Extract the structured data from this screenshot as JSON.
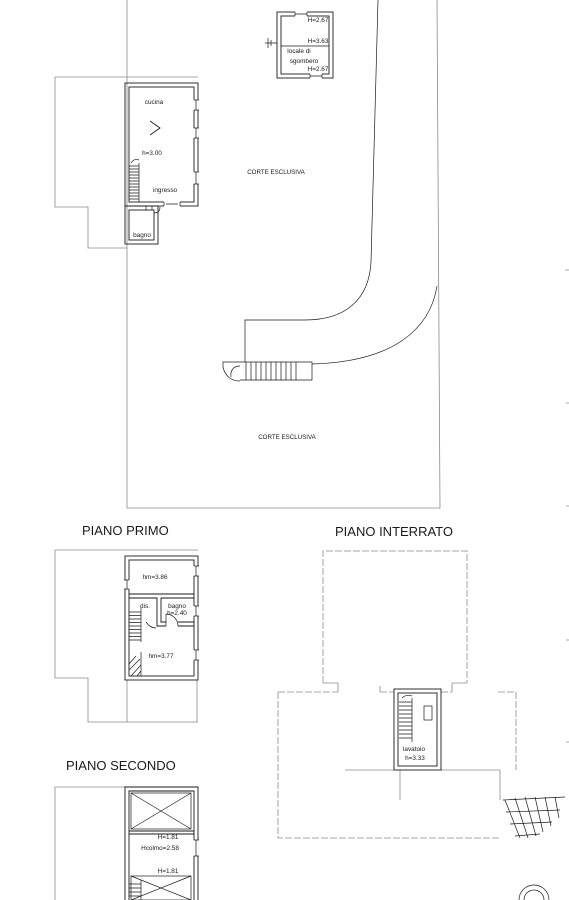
{
  "site_plan": {
    "storage": {
      "h_top": "H=2.67",
      "h_mid": "H=3.63",
      "name_line1": "locale di",
      "name_line2": "sgombero",
      "h_bottom": "H=2.67"
    },
    "house": {
      "kitchen": "cucina",
      "height": "h=3.00",
      "entrance": "ingresso",
      "bathroom": "bagno"
    },
    "courtyard_upper": "CORTE ESCLUSIVA",
    "courtyard_lower": "CORTE ESCLUSIVA"
  },
  "first_floor": {
    "title": "PIANO PRIMO",
    "room_upper_height": "hm=3.86",
    "landing": "dis.",
    "bathroom": "bagno",
    "bathroom_height": "h=2.40",
    "room_lower_height": "hm=3.77"
  },
  "basement": {
    "title": "PIANO INTERRATO",
    "laundry": "lavatoio",
    "laundry_height": "h=3.33"
  },
  "second_floor": {
    "title": "PIANO SECONDO",
    "h_upper": "H=1.81",
    "ridge_height": "Hcolmo=2.58",
    "h_lower": "H=1.81"
  },
  "colors": {
    "line": "#1a1a1a",
    "faint_line": "#8a8a8a",
    "background": "#ffffff"
  }
}
